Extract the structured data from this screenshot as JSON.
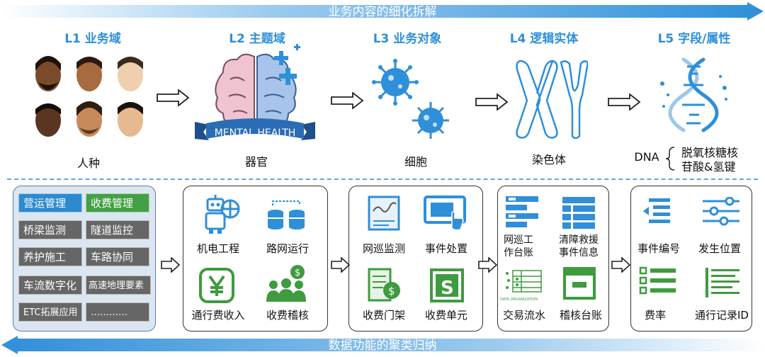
{
  "banners": {
    "top": "业务内容的细化拆解",
    "bottom": "数据功能的聚类归纳"
  },
  "levels": [
    {
      "title": "L1 业务域",
      "caption": "人种"
    },
    {
      "title": "L2 主题域",
      "caption": "器官",
      "badge": "MENTAL HEALTH"
    },
    {
      "title": "L3 业务对象",
      "caption": "细胞"
    },
    {
      "title": "L4 逻辑实体",
      "caption": "染色体"
    },
    {
      "title": "L5 字段/属性",
      "caption_left": "DNA",
      "caption_right_1": "脱氧核糖核",
      "caption_right_2": "苷酸&氢键"
    }
  ],
  "domains": {
    "tiles": [
      {
        "label": "营运管理",
        "style": "blue"
      },
      {
        "label": "收费管理",
        "style": "green"
      },
      {
        "label": "桥梁监测",
        "style": "gray"
      },
      {
        "label": "隧道监控",
        "style": "gray"
      },
      {
        "label": "养护施工",
        "style": "gray"
      },
      {
        "label": "车路协同",
        "style": "gray"
      },
      {
        "label": "车流数字化",
        "style": "gray"
      },
      {
        "label": "高速地理要素",
        "style": "gray"
      },
      {
        "label": "ETC拓展应用",
        "style": "gray"
      },
      {
        "label": "…………",
        "style": "gray"
      }
    ]
  },
  "themes": [
    {
      "label": "机电工程",
      "icon": "robot-icon"
    },
    {
      "label": "路网运行",
      "icon": "database-sync-icon"
    },
    {
      "label": "通行费收入",
      "icon": "yen-icon"
    },
    {
      "label": "收费稽核",
      "icon": "people-money-icon"
    }
  ],
  "objects": [
    {
      "label": "网巡监测",
      "icon": "chart-paper-icon"
    },
    {
      "label": "事件处置",
      "icon": "screen-touch-icon"
    },
    {
      "label": "收费门架",
      "icon": "invoice-icon"
    },
    {
      "label": "收费单元",
      "icon": "dollar-box-icon"
    }
  ],
  "entities": [
    {
      "label_1": "网巡工",
      "label_2": "作台账",
      "icon": "list-icon"
    },
    {
      "label_1": "清障救援",
      "label_2": "事件信息",
      "icon": "table-icon"
    },
    {
      "label": "交易流水",
      "icon": "data-org-icon",
      "sublabel": "DATA ORGANIZATION"
    },
    {
      "label": "稽核台账",
      "icon": "window-icon"
    }
  ],
  "fields": [
    {
      "label": "事件编号",
      "icon": "indent-list-icon"
    },
    {
      "label": "发生位置",
      "icon": "sliders-icon"
    },
    {
      "label": "费率",
      "icon": "checklist-icon"
    },
    {
      "label": "通行记录ID",
      "icon": "text-lines-icon"
    }
  ],
  "colors": {
    "banner": "#2f8fd8",
    "title": "#2f8fd8",
    "tile_blue": "#2e8ad0",
    "tile_green": "#43a047",
    "tile_gray": "#666666",
    "icon_blue": "#2f8fd8",
    "icon_green": "#3e9b3e"
  }
}
